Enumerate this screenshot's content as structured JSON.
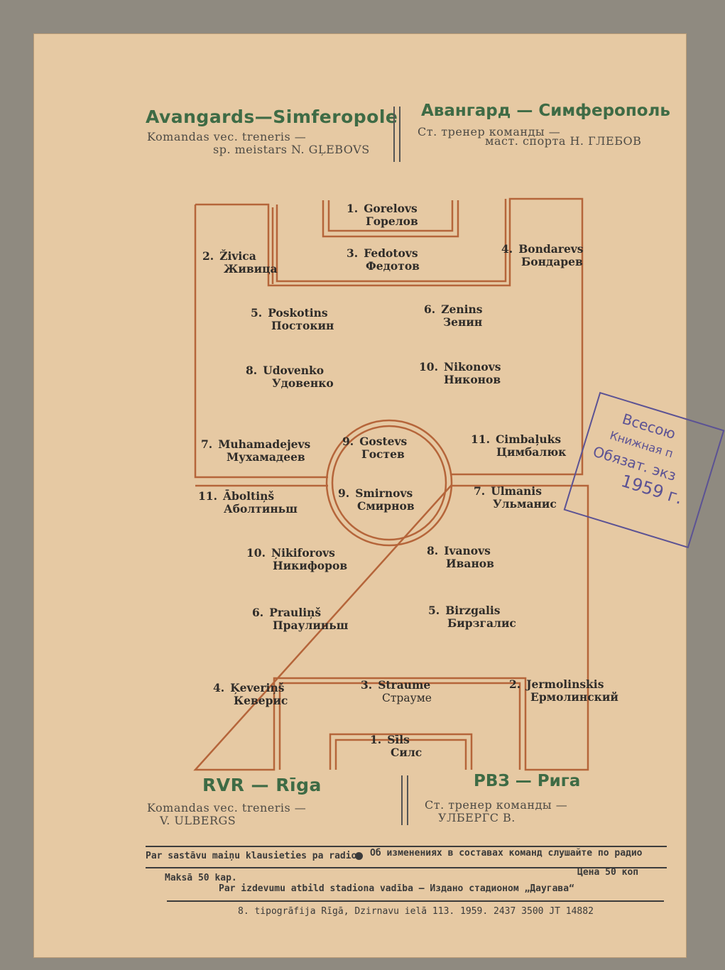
{
  "home": {
    "title_lat": "Avangards—Simferopole",
    "coach_lat_1": "Komandas vec. treneris —",
    "coach_lat_2": "sp. meistars N. GĻEBOVS",
    "title_cyr": "Авангард — Симферополь",
    "coach_cyr_1": "Ст. тренер команды —",
    "coach_cyr_2": "маст. спорта Н. ГЛЕБОВ",
    "players": [
      {
        "num": "1.",
        "lat": "Gorelovs",
        "cyr": "Горелов"
      },
      {
        "num": "2.",
        "lat": "Živica",
        "cyr": "Живица"
      },
      {
        "num": "3.",
        "lat": "Fedotovs",
        "cyr": "Федотов"
      },
      {
        "num": "4.",
        "lat": "Bondarevs",
        "cyr": "Бондарев"
      },
      {
        "num": "5.",
        "lat": "Poskotins",
        "cyr": "Постокин"
      },
      {
        "num": "6.",
        "lat": "Zenins",
        "cyr": "Зенин"
      },
      {
        "num": "8.",
        "lat": "Udovenko",
        "cyr": "Удовенко"
      },
      {
        "num": "10.",
        "lat": "Nikonovs",
        "cyr": "Никонов"
      },
      {
        "num": "7.",
        "lat": "Muhamadejevs",
        "cyr": "Мухамадеев"
      },
      {
        "num": "9.",
        "lat": "Gostevs",
        "cyr": "Гостев"
      },
      {
        "num": "11.",
        "lat": "Cimbaļuks",
        "cyr": "Цимбалюк"
      }
    ]
  },
  "away": {
    "title_lat": "RVR — Rīga",
    "coach_lat_1": "Komandas vec. treneris —",
    "coach_lat_2": "V. ULBERGS",
    "title_cyr": "РВЗ — Рига",
    "coach_cyr_1": "Ст. тренер команды —",
    "coach_cyr_2": "УЛБЕРГС В.",
    "players": [
      {
        "num": "11.",
        "lat": "Āboltiņš",
        "cyr": "Аболтиньш"
      },
      {
        "num": "9.",
        "lat": "Smirnovs",
        "cyr": "Смирнов"
      },
      {
        "num": "7.",
        "lat": "Ulmanis",
        "cyr": "Ульманис"
      },
      {
        "num": "10.",
        "lat": "Ņikiforovs",
        "cyr": "Никифоров"
      },
      {
        "num": "8.",
        "lat": "Ivanovs",
        "cyr": "Иванов"
      },
      {
        "num": "6.",
        "lat": "Prauliņš",
        "cyr": "Праулиньш"
      },
      {
        "num": "5.",
        "lat": "Birzgalis",
        "cyr": "Бирзгалис"
      },
      {
        "num": "4.",
        "lat": "Ķeveriņš",
        "cyr": "Кеверис"
      },
      {
        "num": "3.",
        "lat": "Straume",
        "cyr": "Страуме"
      },
      {
        "num": "2.",
        "lat": "Jermolinskis",
        "cyr": "Ермолинский"
      },
      {
        "num": "1.",
        "lat": "Sīls",
        "cyr": "Силс"
      }
    ]
  },
  "stamp": {
    "line1": "Всесою",
    "line2": "Книжная п",
    "line3": "Обязат. экз",
    "line4": "1959 г."
  },
  "footer": {
    "radio_lat": "Par sastāvu maiņu klausieties pa radio",
    "radio_cyr": "Об изменениях в составах команд слушайте по радио",
    "price_lat": "Maksā 50 kap.",
    "price_cyr": "Цена 50 коп",
    "publisher": "Par izdevumu atbild stadiona vadība — Издано стадионом „Даугава“",
    "printer": "8. tipogrāfija Rīgā, Dzirnavu ielā 113. 1959.   2437 3500 JT 14882"
  }
}
